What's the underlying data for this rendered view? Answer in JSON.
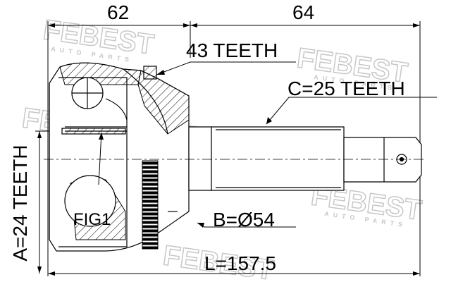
{
  "diagram": {
    "dimensions": {
      "width_left": "62",
      "width_right": "64",
      "length": "L=157.5",
      "outer_diameter": "B=Ø54"
    },
    "callouts": {
      "outer_teeth": "43 TEETH",
      "shaft_spline": "C=25 TEETH",
      "inner_spline": "A=24 TEETH",
      "figure_ref": "FIG1"
    },
    "watermark": {
      "brand": "FEBEST",
      "tagline": "AUTO PARTS"
    },
    "colors": {
      "line": "#000000",
      "watermark": "#c8c8c8"
    }
  }
}
